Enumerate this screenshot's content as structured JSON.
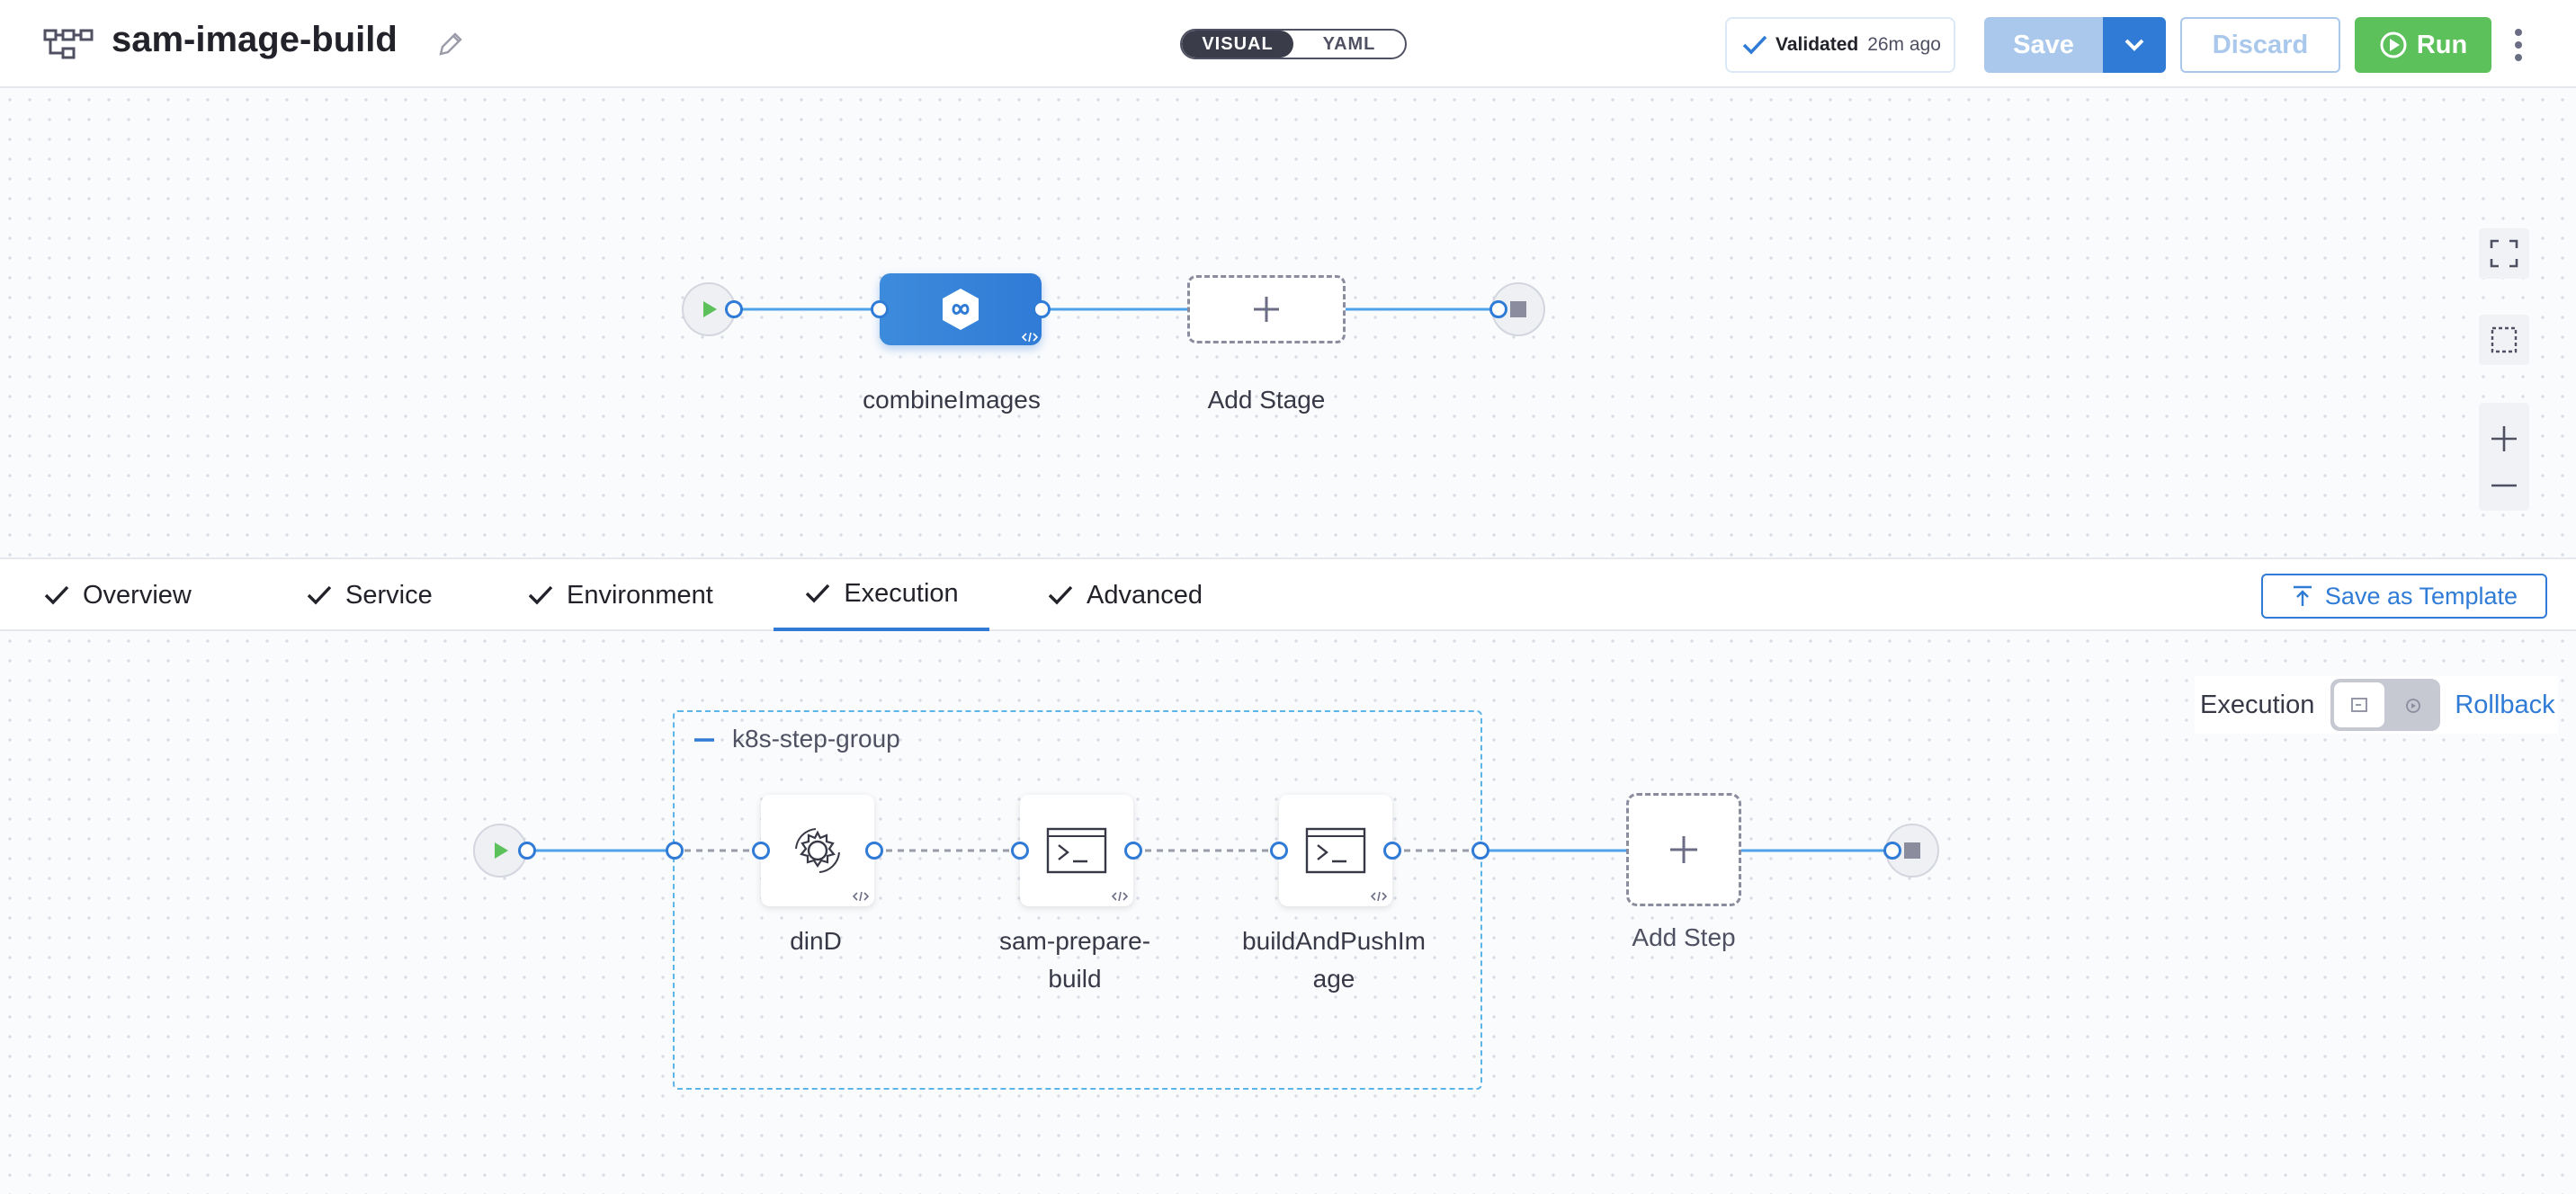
{
  "header": {
    "title": "sam-image-build",
    "view_toggle": {
      "visual": "VISUAL",
      "yaml": "YAML"
    },
    "validated_label": "Validated",
    "validated_time": "26m ago",
    "save_label": "Save",
    "discard_label": "Discard",
    "run_label": "Run"
  },
  "pipeline": {
    "stages": [
      {
        "label": "combineImages"
      }
    ],
    "add_stage_label": "Add Stage"
  },
  "tabs": [
    {
      "label": "Overview"
    },
    {
      "label": "Service"
    },
    {
      "label": "Environment"
    },
    {
      "label": "Execution",
      "active": true
    },
    {
      "label": "Advanced"
    }
  ],
  "save_template_label": "Save as Template",
  "execution": {
    "mode_label": "Execution",
    "rollback_label": "Rollback",
    "step_group_name": "k8s-step-group",
    "steps": [
      {
        "line1": "dinD",
        "line2": ""
      },
      {
        "line1": "sam-prepare-",
        "line2": "build"
      },
      {
        "line1": "buildAndPushIm",
        "line2": "age"
      }
    ],
    "add_step_label": "Add Step"
  },
  "colors": {
    "accent": "#2f7bd6",
    "run": "#5cc05b",
    "connector": "#4ea3e8"
  }
}
